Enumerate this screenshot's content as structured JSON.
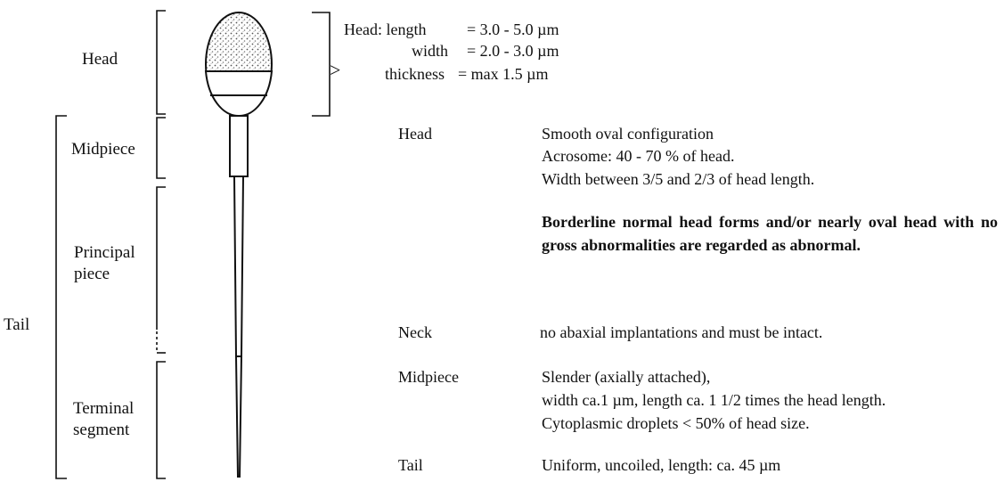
{
  "labels": {
    "head": "Head",
    "midpiece": "Midpiece",
    "principal_piece": [
      "Principal",
      "piece"
    ],
    "tail": "Tail",
    "terminal_segment": [
      "Terminal",
      "segment"
    ]
  },
  "dimensions": [
    {
      "prefix": "Head:",
      "name": "length",
      "value": "= 3.0 - 5.0 µm"
    },
    {
      "prefix": "",
      "name": "width",
      "value": "= 2.0 - 3.0 µm"
    },
    {
      "prefix": "",
      "name": "thickness",
      "value": "= max 1.5 µm"
    }
  ],
  "criteria": {
    "head": {
      "term": "Head",
      "lines": [
        "Smooth oval configuration",
        "Acrosome: 40 - 70 % of head.",
        "Width between 3/5 and 2/3 of head  length."
      ],
      "note": "Borderline normal head forms and/or nearly oval head with no gross abnormalities are regarded as abnormal."
    },
    "neck": {
      "term": "Neck",
      "lines": [
        " no abaxial implantations and must be intact."
      ]
    },
    "midpiece": {
      "term": "Midpiece",
      "lines": [
        "Slender (axially attached),",
        "width ca.1 µm, length ca. 1 1/2 times the head length.",
        "Cytoplasmic droplets < 50% of head size."
      ]
    },
    "tail": {
      "term": "Tail",
      "lines": [
        "Uniform, uncoiled, length: ca. 45 µm"
      ]
    }
  }
}
